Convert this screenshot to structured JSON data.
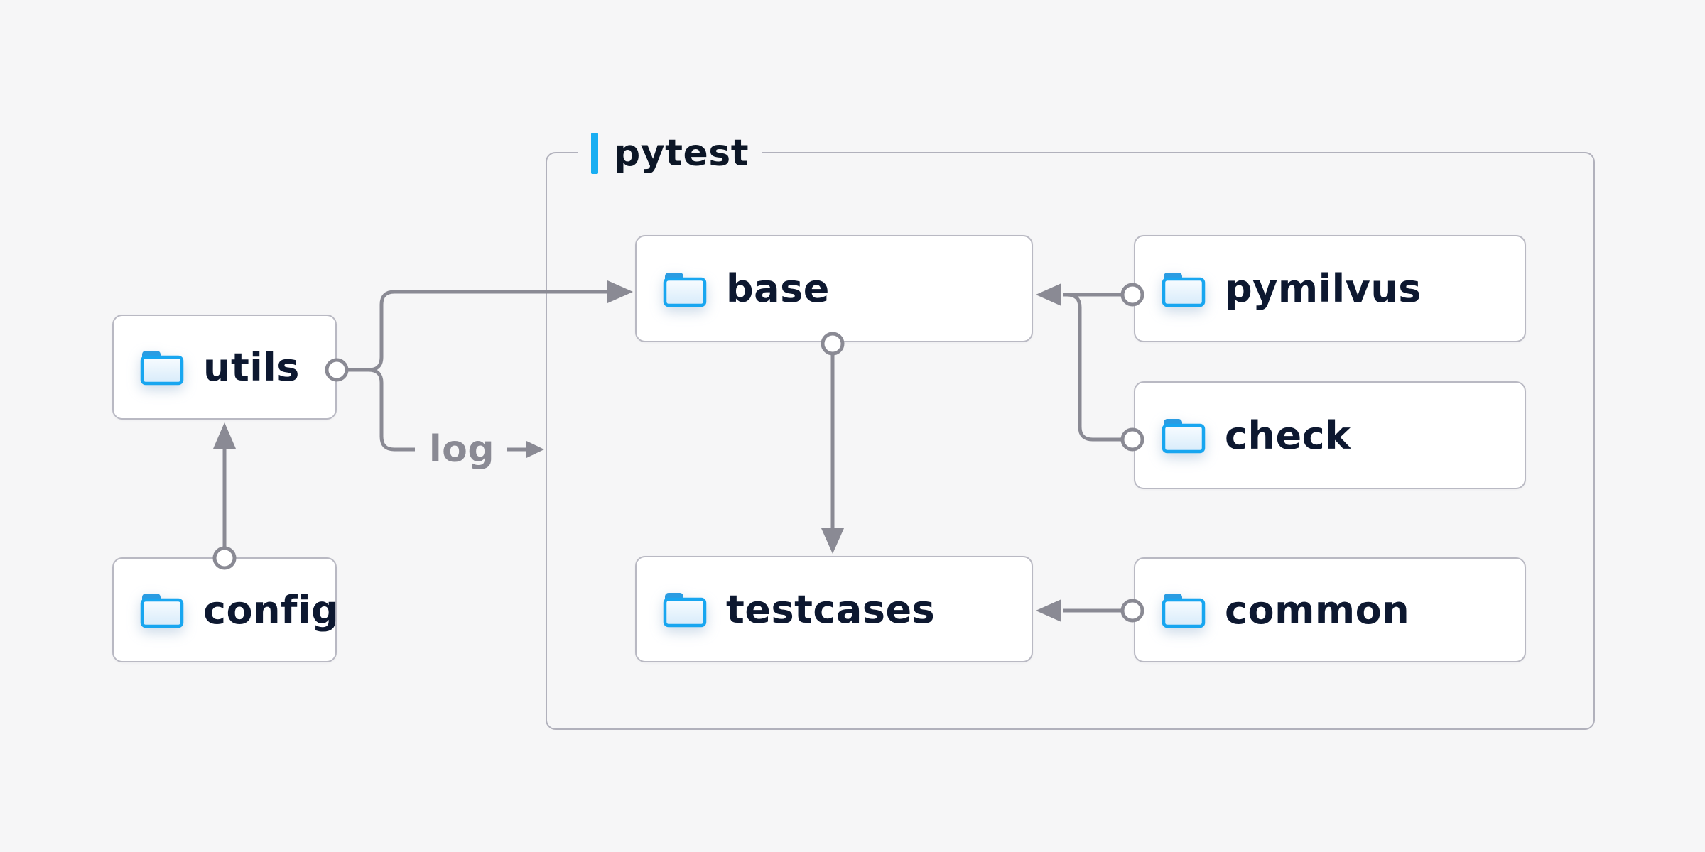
{
  "diagram": {
    "container": {
      "title": "pytest"
    },
    "log_label": "log",
    "nodes": {
      "utils": {
        "label": "utils"
      },
      "config": {
        "label": "config"
      },
      "base": {
        "label": "base"
      },
      "pymilvus": {
        "label": "pymilvus"
      },
      "check": {
        "label": "check"
      },
      "testcases": {
        "label": "testcases"
      },
      "common": {
        "label": "common"
      }
    },
    "edges": [
      {
        "from": "config",
        "to": "utils",
        "type": "arrow"
      },
      {
        "from": "utils",
        "to": "base",
        "type": "arrow"
      },
      {
        "from": "utils",
        "to": "log",
        "type": "labeled-arrow",
        "label": "log"
      },
      {
        "from": "pymilvus",
        "to": "base",
        "type": "arrow"
      },
      {
        "from": "check",
        "to": "base",
        "type": "arrow-merged"
      },
      {
        "from": "base",
        "to": "testcases",
        "type": "arrow"
      },
      {
        "from": "common",
        "to": "testcases",
        "type": "arrow"
      }
    ],
    "colors": {
      "background": "#f6f6f7",
      "node_fill": "#ffffff",
      "node_border": "#b9b9c3",
      "container_border": "#b1b1bc",
      "text": "#0d1830",
      "connector": "#8a8a94",
      "accent_blue": "#19aef2",
      "folder_blue": "#18a6f0"
    }
  }
}
